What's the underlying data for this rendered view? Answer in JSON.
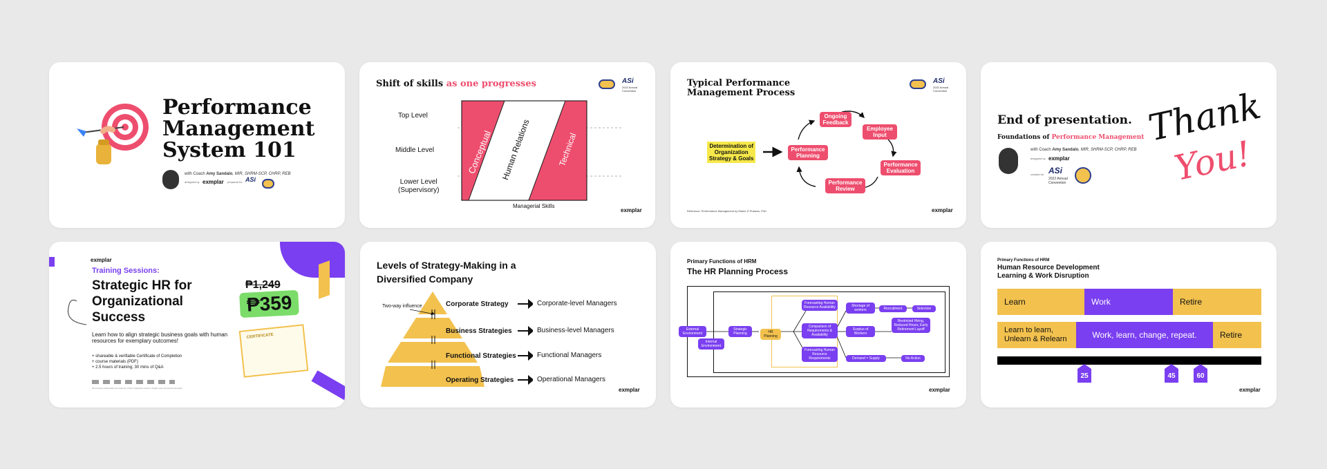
{
  "brand": "exmplar",
  "colors": {
    "pink": "#ee4e6e",
    "purple": "#7a3ff0",
    "yellow": "#f2c14e",
    "green": "#7bdc6a"
  },
  "slide1": {
    "title_lines": [
      "Performance",
      "Management",
      "System 101"
    ],
    "coach_prefix": "with Coach",
    "coach_name": "Amy Sandalo",
    "coach_creds": ", MIR, SHRM-SCP, CHRP, REB",
    "designed_by": "designed by",
    "prepared_for": "prepared for",
    "asi_label": "ASi"
  },
  "slide2": {
    "title_a": "Shift of skills",
    "title_b": "as one progresses",
    "levels": [
      "Top Level",
      "Middle Level",
      "Lower Level",
      "(Supervisory)"
    ],
    "bands": [
      "Conceptual",
      "Human Relations",
      "Technical"
    ],
    "xlabel": "Managerial Skills",
    "asi_label": "ASi",
    "asi_sub": "2022 Annual Convention"
  },
  "slide3": {
    "title_lines": [
      "Typical Performance",
      "Management Process"
    ],
    "start_box": [
      "Determination of",
      "Organization",
      "Strategy & Goals"
    ],
    "cycle": [
      "Performance Planning",
      "Ongoing Feedback",
      "Employee Input",
      "Performance Evaluation",
      "Performance Review"
    ],
    "reference": "Reference: Performance Management by Elaine D Pulakos, PhD",
    "asi_label": "ASi",
    "asi_sub": "2022 Annual Convention"
  },
  "slide4": {
    "title": "End of presentation.",
    "subtitle_a": "Foundations of",
    "subtitle_b": "Performance Management",
    "coach_prefix": "with Coach",
    "coach_name": "Amy Sandalo",
    "coach_creds": ", MIR, SHRM-SCP, CHRP, REB",
    "designed_by": "designed by",
    "created_for": "created for",
    "asi_label": "ASi",
    "asi_sub": "2022 Annual Convention",
    "thank": "Thank",
    "you": "You!"
  },
  "slide5": {
    "kicker": "Training Sessions:",
    "title_lines": [
      "Strategic HR for",
      "Organizational",
      "Success"
    ],
    "desc": "Learn how to align strategic business goals with human resources for exemplary outcomes!",
    "bullets": [
      "+ shareable & verifiable Certificate of Completion",
      "+ course materials (PDF)",
      "+ 2.5 hours of training; 30 mins of Q&A"
    ],
    "old_price": "₱1,249",
    "new_price": "₱359",
    "cert_title": "CERTIFICATE",
    "footer": "All company trademarks are property of their respective owners. Images were sourced by Exmplar"
  },
  "slide6": {
    "title_lines": [
      "Levels of Strategy-Making in a",
      "Diversified Company"
    ],
    "two_way": "Two-way influence",
    "levels": [
      "Corporate Strategy",
      "Business Strategies",
      "Functional Strategies",
      "Operating Strategies"
    ],
    "managers": [
      "Corporate-level Managers",
      "Business-level Managers",
      "Functional Managers",
      "Operational Managers"
    ]
  },
  "slide7": {
    "kicker": "Primary Functions of HRM",
    "title": "The HR Planning Process",
    "nodes": {
      "external": "External Environment",
      "internal": "Internal Environment",
      "strategic": "Strategic Planning",
      "hr_planning": "HR Planning",
      "forecast_avail": "Forecasting Human Resource Availability",
      "comparison": "Comparison of Requirements & Availability",
      "forecast_req": "Forecasting Human Resource Requirements",
      "shortage": "Shortage of workers",
      "recruitment": "Recruitment",
      "selection": "Selection",
      "surplus": "Surplus of Workers",
      "restricted": "Restricted Hiring, Reduced Hours, Early Retirement Layoff",
      "demand": "Demand = Supply",
      "noaction": "No Action"
    }
  },
  "slide8": {
    "kicker": "Primary Functions of HRM",
    "title_lines": [
      "Human Resource Development",
      "Learning & Work Disruption"
    ],
    "row1": [
      "Learn",
      "Work",
      "Retire"
    ],
    "row2": [
      "Learn to learn, Unlearn & Relearn",
      "Work, learn, change, repeat.",
      "Retire"
    ],
    "ages": [
      "25",
      "45",
      "60"
    ]
  }
}
